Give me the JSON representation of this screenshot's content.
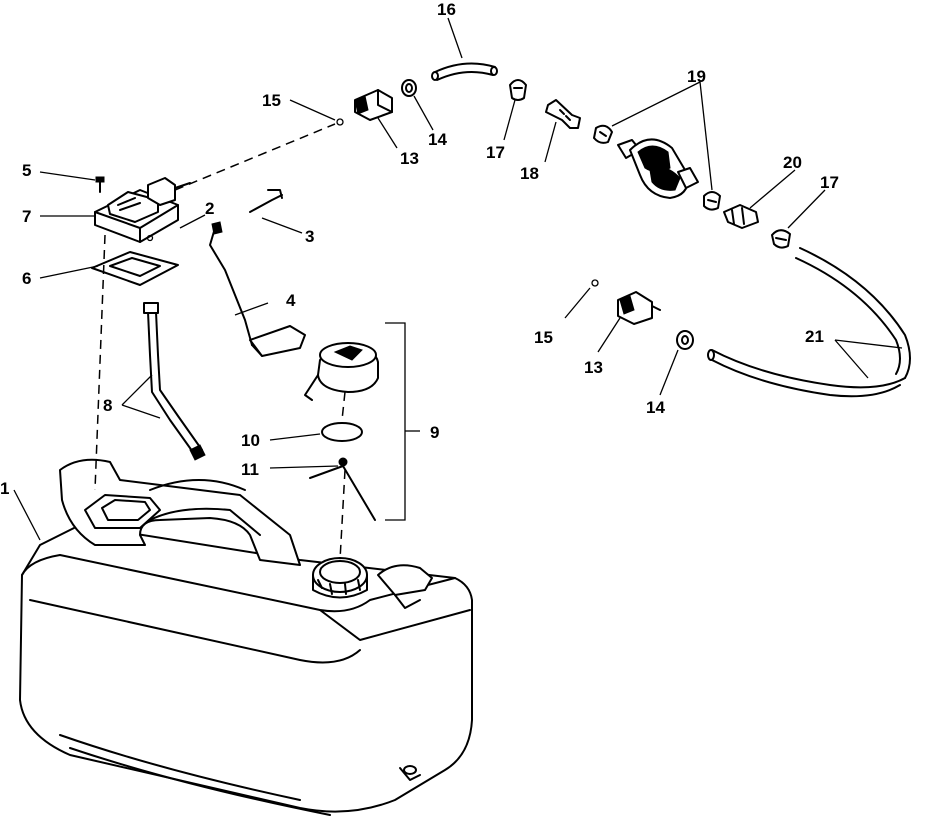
{
  "callouts": {
    "c1": "1",
    "c2": "2",
    "c3": "3",
    "c4": "4",
    "c5": "5",
    "c6": "6",
    "c7": "7",
    "c8": "8",
    "c9": "9",
    "c10": "10",
    "c11": "11",
    "c13a": "13",
    "c13b": "13",
    "c14a": "14",
    "c14b": "14",
    "c15a": "15",
    "c15b": "15",
    "c16": "16",
    "c17a": "17",
    "c17b": "17",
    "c18": "18",
    "c19": "19",
    "c20": "20",
    "c21": "21"
  }
}
